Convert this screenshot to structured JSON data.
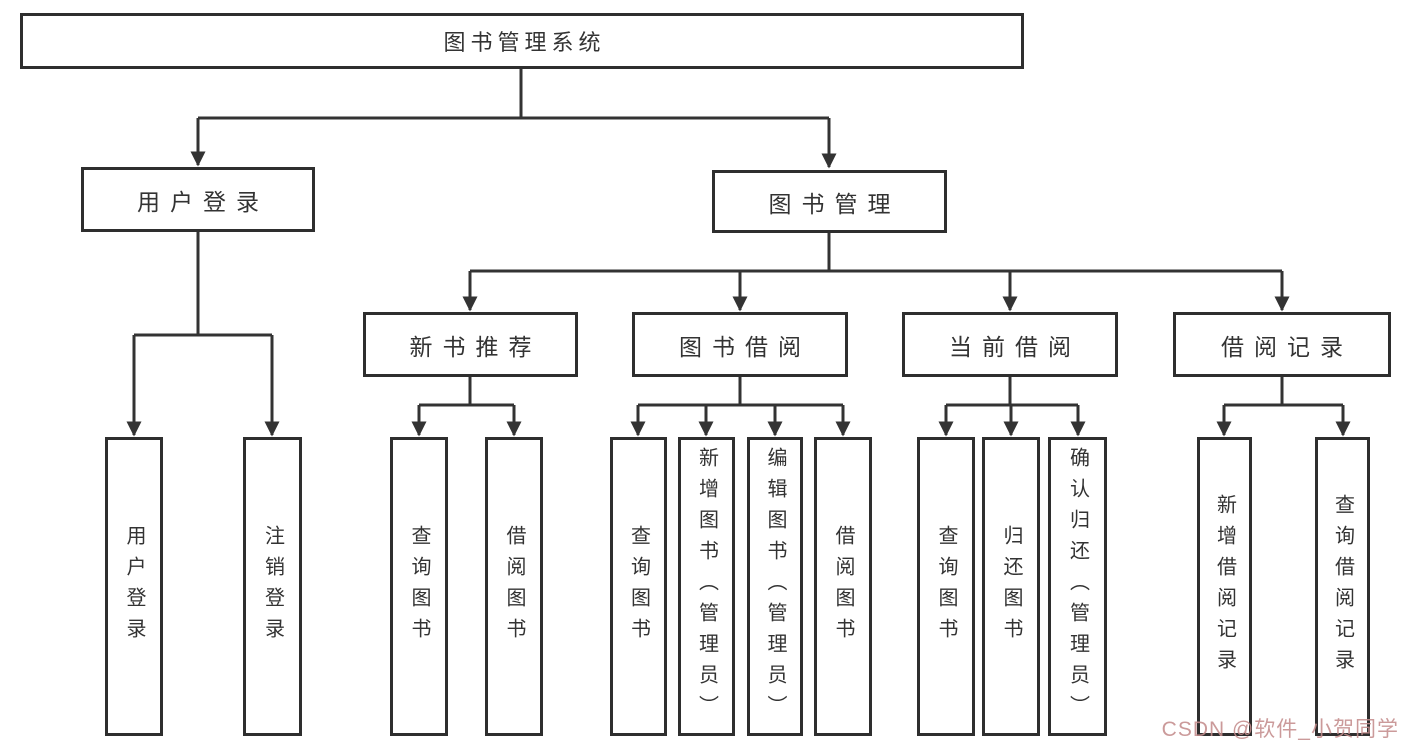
{
  "diagram": {
    "root": {
      "label": "图书管理系统"
    },
    "branches": [
      {
        "label": "用户登录",
        "children": [
          {
            "label": "用户登录"
          },
          {
            "label": "注销登录"
          }
        ]
      },
      {
        "label": "图书管理",
        "children": [
          {
            "label": "新书推荐",
            "children": [
              {
                "label": "查询图书"
              },
              {
                "label": "借阅图书"
              }
            ]
          },
          {
            "label": "图书借阅",
            "children": [
              {
                "label": "查询图书"
              },
              {
                "label": "新增图书（管理员）"
              },
              {
                "label": "编辑图书（管理员）"
              },
              {
                "label": "借阅图书"
              }
            ]
          },
          {
            "label": "当前借阅",
            "children": [
              {
                "label": "查询图书"
              },
              {
                "label": "归还图书"
              },
              {
                "label": "确认归还（管理员）"
              }
            ]
          },
          {
            "label": "借阅记录",
            "children": [
              {
                "label": "新增借阅记录"
              },
              {
                "label": "查询借阅记录"
              }
            ]
          }
        ]
      }
    ]
  },
  "colors": {
    "line": "#333333",
    "box_border": "#2e2e2e",
    "text": "#333333",
    "watermark": "#c48c8c",
    "background": "#ffffff"
  },
  "watermark": {
    "text": "CSDN @软件_小贺同学"
  }
}
